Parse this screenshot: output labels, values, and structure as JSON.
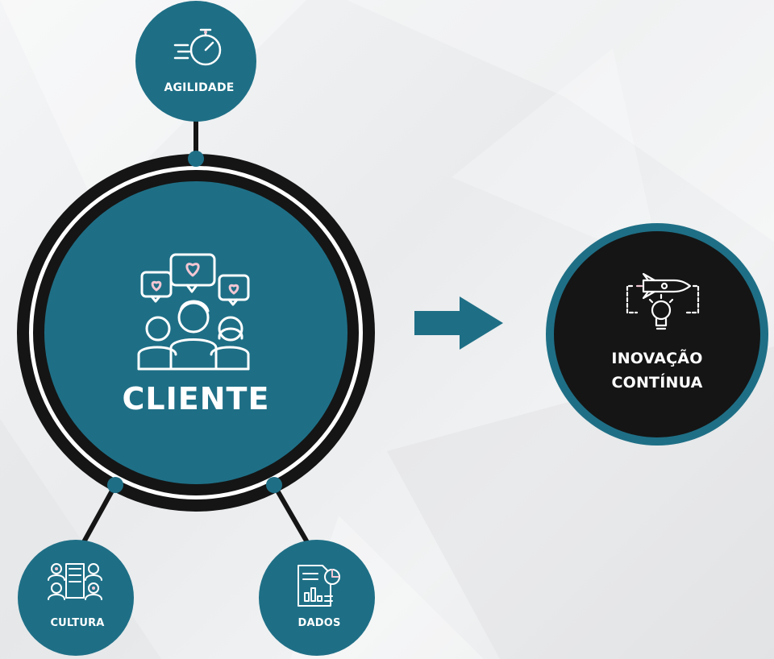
{
  "colors": {
    "teal": "#1e6f86",
    "black": "#151515",
    "white": "#ffffff",
    "pink": "#f3c6d3",
    "background": "#eeeff0"
  },
  "center": {
    "label": "CLIENTE",
    "icon": "customer-love-icon"
  },
  "satellites": [
    {
      "id": "agilidade",
      "label": "AGILIDADE",
      "icon": "stopwatch-icon"
    },
    {
      "id": "cultura",
      "label": "CULTURA",
      "icon": "team-culture-icon"
    },
    {
      "id": "dados",
      "label": "DADOS",
      "icon": "data-report-icon"
    }
  ],
  "arrow": {
    "icon": "arrow-right-icon"
  },
  "result": {
    "label_line1": "INOVAÇÃO",
    "label_line2": "CONTÍNUA",
    "icon": "rocket-lightbulb-cycle-icon"
  }
}
